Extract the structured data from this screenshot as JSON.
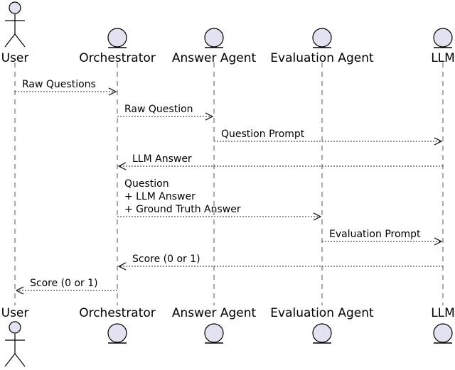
{
  "participants": [
    {
      "id": "user",
      "label": "User",
      "kind": "actor"
    },
    {
      "id": "orchestrator",
      "label": "Orchestrator",
      "kind": "entity"
    },
    {
      "id": "answer_agent",
      "label": "Answer Agent",
      "kind": "entity"
    },
    {
      "id": "evaluation_agent",
      "label": "Evaluation Agent",
      "kind": "entity"
    },
    {
      "id": "llm",
      "label": "LLM",
      "kind": "entity"
    }
  ],
  "messages": [
    {
      "from": "user",
      "to": "orchestrator",
      "lines": [
        "Raw Questions"
      ]
    },
    {
      "from": "orchestrator",
      "to": "answer_agent",
      "lines": [
        "Raw Question"
      ]
    },
    {
      "from": "answer_agent",
      "to": "llm",
      "lines": [
        "Question Prompt"
      ]
    },
    {
      "from": "llm",
      "to": "orchestrator",
      "lines": [
        "LLM Answer"
      ]
    },
    {
      "from": "orchestrator",
      "to": "evaluation_agent",
      "lines": [
        "Question",
        "+ LLM Answer",
        "+ Ground Truth Answer"
      ]
    },
    {
      "from": "evaluation_agent",
      "to": "llm",
      "lines": [
        "Evaluation Prompt"
      ]
    },
    {
      "from": "llm",
      "to": "orchestrator",
      "lines": [
        "Score (0 or 1)"
      ]
    },
    {
      "from": "orchestrator",
      "to": "user",
      "lines": [
        "Score (0 or 1)"
      ]
    }
  ],
  "colors": {
    "participant_fill": "#e2e2f0",
    "line": "#222222",
    "lifeline": "#555555"
  }
}
